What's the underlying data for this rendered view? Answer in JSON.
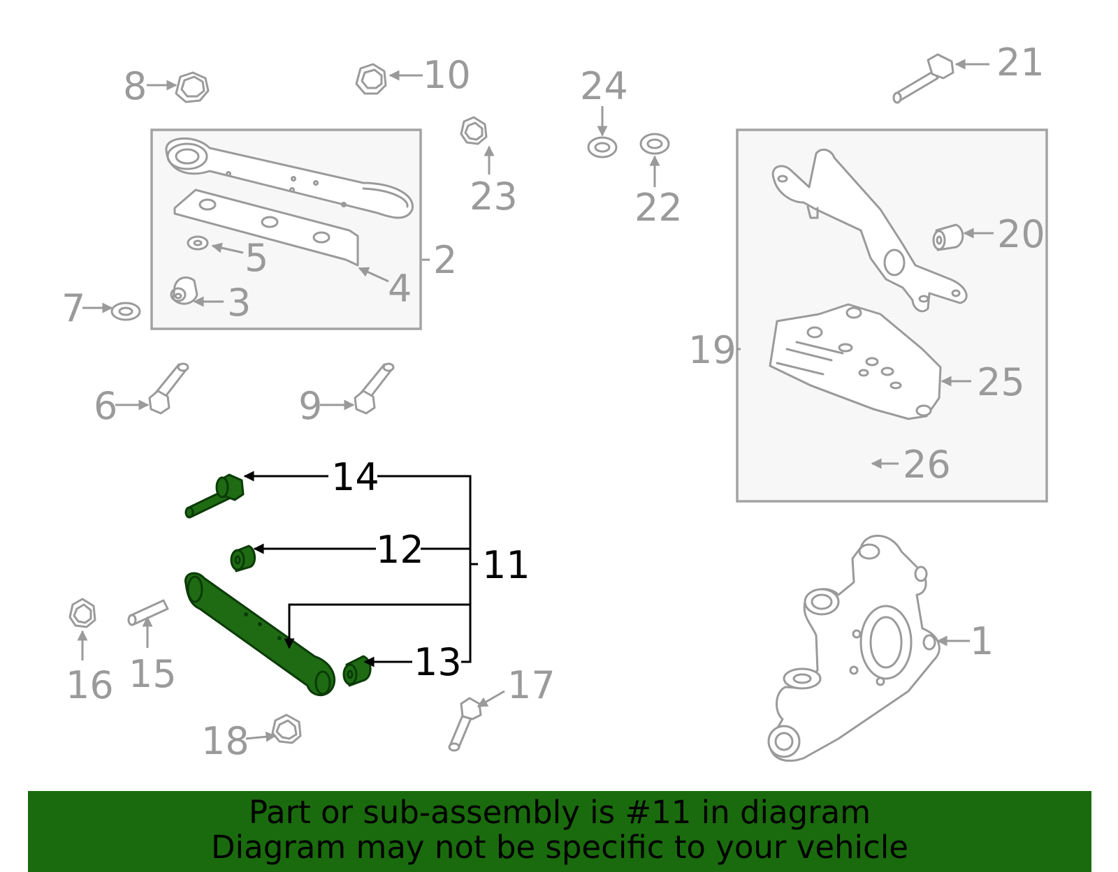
{
  "diagram": {
    "highlighted_part": "11",
    "callouts": {
      "c1": "1",
      "c2": "2",
      "c3": "3",
      "c4": "4",
      "c5": "5",
      "c6": "6",
      "c7": "7",
      "c8": "8",
      "c9": "9",
      "c10": "10",
      "c11": "11",
      "c12": "12",
      "c13": "13",
      "c14": "14",
      "c15": "15",
      "c16": "16",
      "c17": "17",
      "c18": "18",
      "c19": "19",
      "c20": "20",
      "c21": "21",
      "c22": "22",
      "c23": "23",
      "c24": "24",
      "c25": "25",
      "c26": "26"
    }
  },
  "banner": {
    "line1": "Part or sub-assembly is #11 in diagram",
    "line2": "Diagram may not be specific to your vehicle",
    "background": "#1a6b0d"
  },
  "colors": {
    "highlight_part": "#1e6b14",
    "line_gray": "#9a9a9a",
    "box_fill": "#f7f7f7"
  }
}
